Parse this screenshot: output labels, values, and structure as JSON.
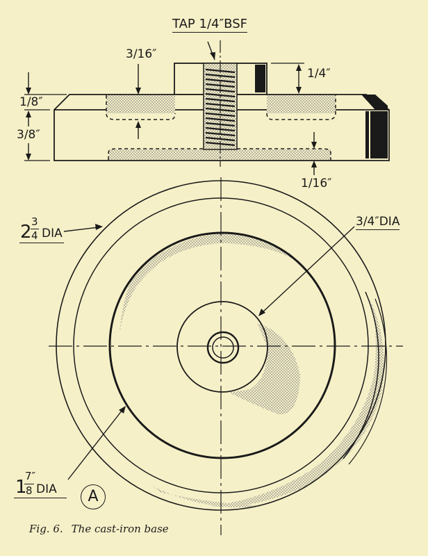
{
  "labels": {
    "tap": "TAP 1/4″BSF",
    "dim_3_16": "3/16″",
    "dim_1_4": "1/4″",
    "dim_1_8": "1/8″",
    "dim_3_8": "3/8″",
    "dim_1_16": "1/16″",
    "dia_outer_whole": "2",
    "dia_outer_num": "3",
    "dia_outer_den": "4",
    "dia_outer_text": "DIA",
    "dia_boss": "3/4″DIA",
    "dia_inner_whole": "1",
    "dia_inner_num": "7″",
    "dia_inner_den": "8",
    "dia_inner_text": "DIA",
    "view_label": "A"
  },
  "caption": {
    "fig": "Fig. 6.",
    "title": "The cast-iron base"
  },
  "colors": {
    "paper": "#f6f0c8",
    "ink": "#1a1a1a",
    "shade": "#9a9a96"
  }
}
